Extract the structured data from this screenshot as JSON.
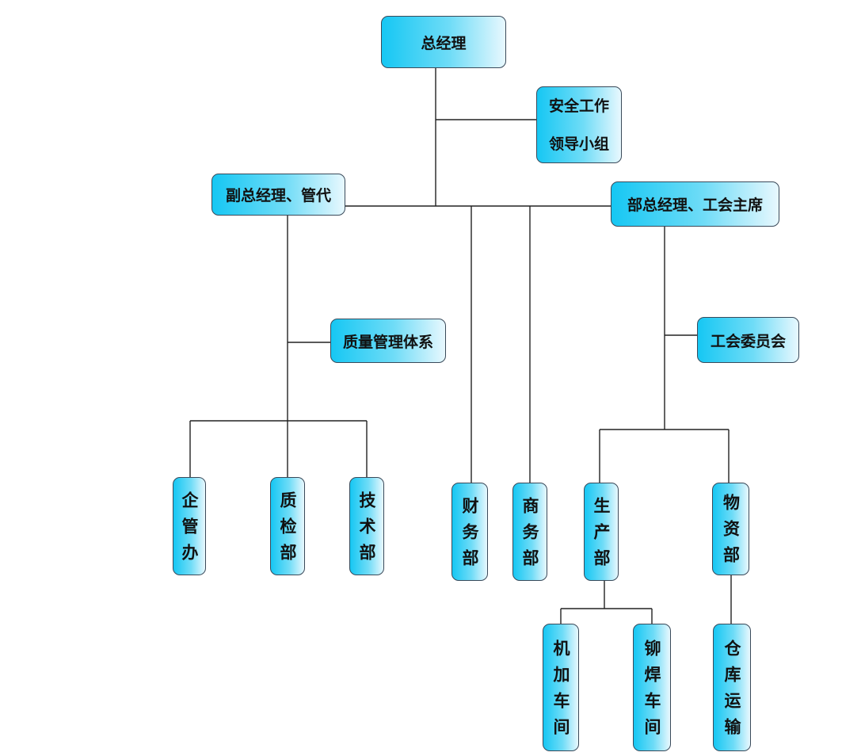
{
  "nodes": {
    "gm": "总经理",
    "safety": "安全工作\n领导小组",
    "deputy": "副总经理、管代",
    "union_chair": "部总经理、工会主席",
    "quality_system": "质量管理体系",
    "union_committee": "工会委员会",
    "enterprise_office": "企管办",
    "qc_dept": "质检部",
    "tech_dept": "技术部",
    "finance_dept": "财务部",
    "commerce_dept": "商务部",
    "production_dept": "生产部",
    "materials_dept": "物资部",
    "machining_shop": "机加车间",
    "riveting_shop": "铆焊车间",
    "warehouse": "仓库运输"
  },
  "colors": {
    "box_fill_start": "#16c7f3",
    "box_fill_end": "#e8f8fe",
    "border": "#3a4a5a",
    "line": "#222222"
  }
}
